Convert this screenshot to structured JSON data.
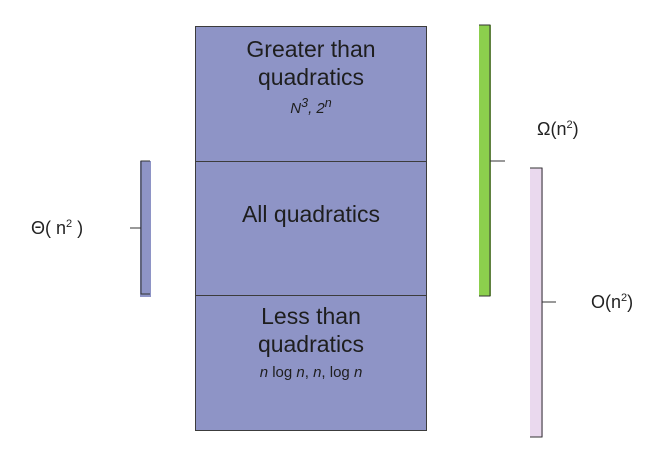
{
  "boxes": {
    "top": {
      "title_line1": "Greater than",
      "title_line2": "quadratics",
      "examples": {
        "a_base": "N",
        "a_exp": "3",
        "sep": ", ",
        "b_base": "2",
        "b_exp": "n"
      }
    },
    "middle": {
      "title": "All quadratics"
    },
    "bottom": {
      "title_line1": "Less than",
      "title_line2": "quadratics",
      "examples": {
        "n1": "n",
        "t1": " log ",
        "n2": "n",
        "t2": ", ",
        "n3": "n",
        "t3": ", log ",
        "n4": "n"
      }
    }
  },
  "labels": {
    "omega": {
      "prefix": "Ω(n",
      "exp": "2",
      "suffix": ")"
    },
    "theta": {
      "prefix": "Θ( n",
      "exp": "2",
      "suffix": " )"
    },
    "bigo": {
      "prefix": "O(n",
      "exp": "2",
      "suffix": ")"
    }
  },
  "colors": {
    "box_fill": "#8e94c6",
    "theta_brace": "#8e94c6",
    "omega_brace": "#8ccf4d",
    "bigo_brace": "#ead9ee"
  }
}
